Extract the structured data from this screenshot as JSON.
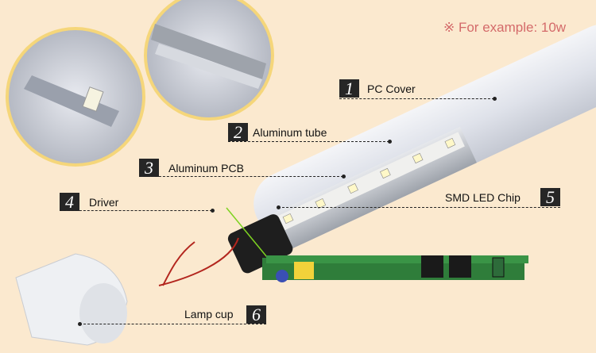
{
  "note": "※ For example: 10w",
  "parts": [
    {
      "number": "1",
      "label": "PC Cover"
    },
    {
      "number": "2",
      "label": "Aluminum tube"
    },
    {
      "number": "3",
      "label": "Aluminum PCB"
    },
    {
      "number": "4",
      "label": "Driver"
    },
    {
      "number": "5",
      "label": "SMD LED Chip"
    },
    {
      "number": "6",
      "label": "Lamp cup"
    }
  ],
  "colors": {
    "background": "#fbe9cf",
    "note": "#d46a6a",
    "label_box": "#262626"
  }
}
